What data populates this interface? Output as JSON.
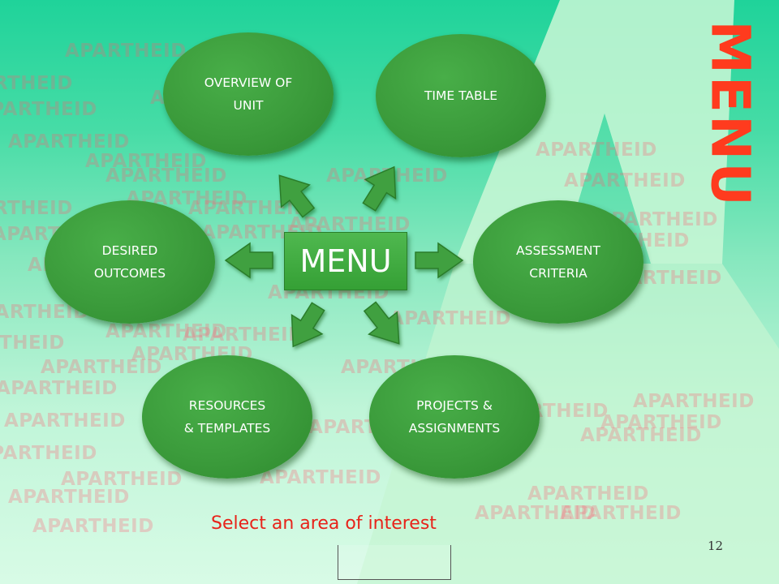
{
  "slide": {
    "side_title": "MENU",
    "center_label": "MENU",
    "prompt": "Select an area of interest",
    "page_number": "12",
    "watermark_text": "APARTHEID"
  },
  "nodes": {
    "overview": "OVERVIEW OF\nUNIT",
    "timetable": "TIME TABLE",
    "desired": "DESIRED\nOUTCOMES",
    "assessment": "ASSESSMENT\nCRITERIA",
    "resources": "RESOURCES\n& TEMPLATES",
    "projects": "PROJECTS &\nASSIGNMENTS"
  },
  "colors": {
    "node_green": "#3b9b3b",
    "title_red": "#ff3b1e",
    "prompt_red": "#e8231a",
    "background_top": "#1fd39a",
    "background_bottom": "#d8fbe6"
  }
}
